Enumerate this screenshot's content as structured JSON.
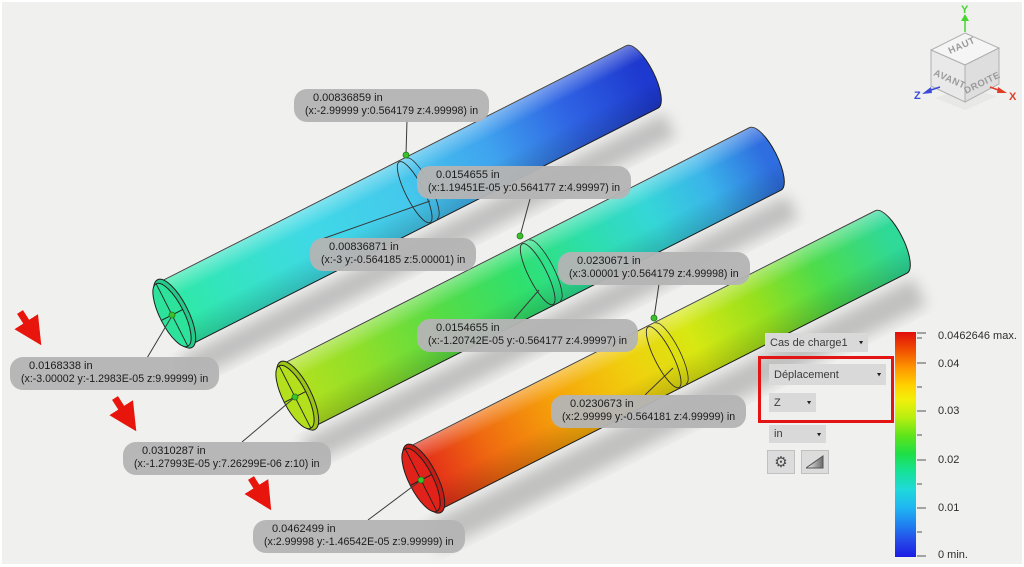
{
  "scene": {
    "annotations": [
      {
        "value": "0.00836859 in",
        "coords": "(x:-2.99999 y:0.564179 z:4.99998) in"
      },
      {
        "value": "0.0154655 in",
        "coords": "(x:1.19451E-05 y:0.564177 z:4.99997) in"
      },
      {
        "value": "0.00836871 in",
        "coords": "(x:-3 y:-0.564185 z:5.00001) in"
      },
      {
        "value": "0.0230671 in",
        "coords": "(x:3.00001 y:0.564179 z:4.99998) in"
      },
      {
        "value": "0.0154655 in",
        "coords": "(x:-1.20742E-05 y:-0.564177 z:4.99997) in"
      },
      {
        "value": "0.0168338 in",
        "coords": "(x:-3.00002 y:-1.2983E-05 z:9.99999) in"
      },
      {
        "value": "0.0230673 in",
        "coords": "(x:2.99999 y:-0.564181 z:4.99999) in"
      },
      {
        "value": "0.0310287 in",
        "coords": "(x:-1.27993E-05 y:7.26299E-06 z:10) in"
      },
      {
        "value": "0.0462499 in",
        "coords": "(x:2.99998 y:-1.46542E-05 z:9.99999) in"
      }
    ]
  },
  "panel": {
    "load_case": "Cas de charge1",
    "result_type": "Déplacement",
    "component": "Z",
    "unit": "in"
  },
  "legend": {
    "labels": [
      "0.0462646 max.",
      "0.04",
      "0.03",
      "0.02",
      "0.01",
      "0 min."
    ],
    "max_color": "#e00d0d",
    "min_color": "#1c1ce4"
  },
  "viewcube": {
    "top": "HAUT",
    "front": "AVANT",
    "right": "DROITE",
    "axis_x": "X",
    "axis_y": "Y",
    "axis_z": "Z"
  },
  "icons": {
    "caret": "▾",
    "gear": "⚙"
  },
  "colors": {
    "highlight_red": "#e51414",
    "marker_green": "#3dbf2e",
    "bubble_gray": "#b4b4b4",
    "arrow_red": "#e8150d"
  }
}
